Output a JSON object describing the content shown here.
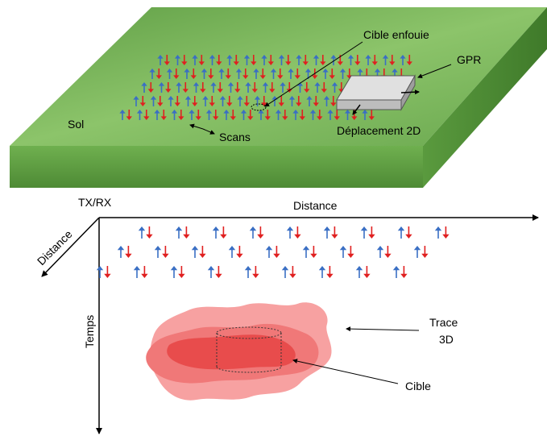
{
  "ground": {
    "soil_label": "Sol",
    "buried_target_label": "Cible enfouie",
    "gpr_label": "GPR",
    "scans_label": "Scans",
    "displacement_label": "Déplacement 2D",
    "colors": {
      "top": "#6aa84f",
      "front": "#5a9a3e",
      "side": "#4c8a34"
    }
  },
  "axes": {
    "origin_label": "TX/RX",
    "horizontal_label": "Distance",
    "depth_label": "Distance",
    "vertical_label": "Temps"
  },
  "result": {
    "trace_label_line1": "Trace",
    "trace_label_line2": "3D",
    "target_label": "Cible",
    "colors": {
      "light": "#f7a1a1",
      "medium": "#f07070",
      "dark": "#e84a4a"
    }
  },
  "arrow_colors": {
    "up": "#3a6fc4",
    "down": "#e02020"
  }
}
